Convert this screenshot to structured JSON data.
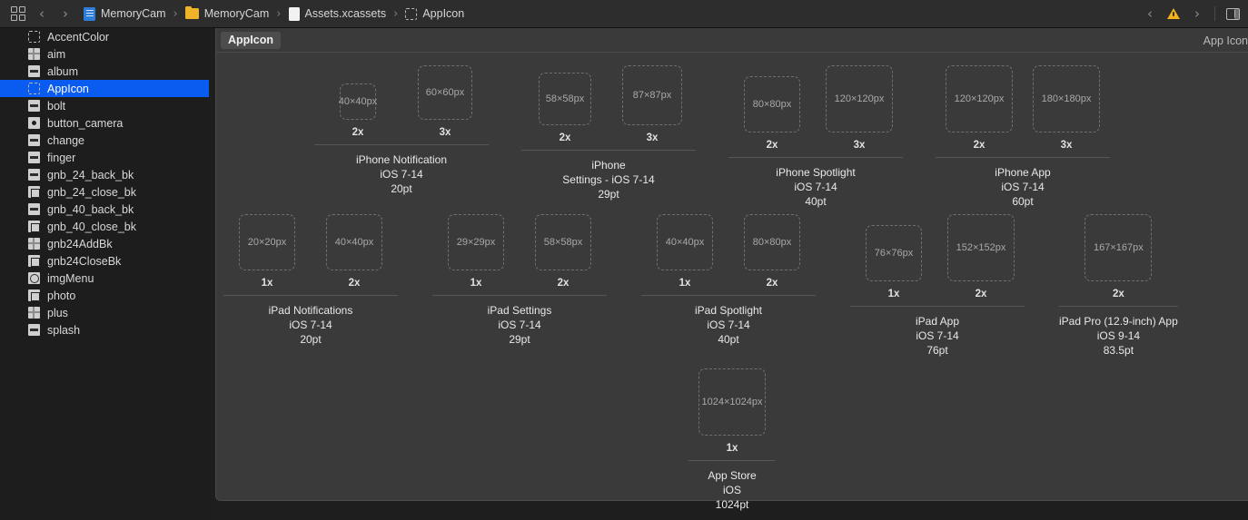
{
  "toolbar": {
    "grid_button": "grid-view-button",
    "back_label": "‹",
    "forward_label": "›",
    "breadcrumb": [
      {
        "icon": "blue-document-icon",
        "label": "MemoryCam"
      },
      {
        "icon": "folder-icon",
        "label": "MemoryCam"
      },
      {
        "icon": "white-document-icon",
        "label": "Assets.xcassets"
      },
      {
        "icon": "dashed-square-icon",
        "label": "AppIcon"
      }
    ],
    "issue_prev": "‹",
    "issue_next": "›",
    "warning_icon": "warning-triangle-icon",
    "inspector_icon": "inspector-panel-icon",
    "warning_color": "#f2b21b"
  },
  "sidebar": {
    "items": [
      {
        "label": "AccentColor",
        "icon": "dashed-square-thumb"
      },
      {
        "label": "aim",
        "icon": "grid-thumb"
      },
      {
        "label": "album",
        "icon": "image-thumb"
      },
      {
        "label": "AppIcon",
        "icon": "dashed-square-thumb",
        "selected": true
      },
      {
        "label": "bolt",
        "icon": "bolt-thumb"
      },
      {
        "label": "button_camera",
        "icon": "camera-button-thumb"
      },
      {
        "label": "change",
        "icon": "change-thumb"
      },
      {
        "label": "finger",
        "icon": "finger-thumb"
      },
      {
        "label": "gnb_24_back_bk",
        "icon": "back-arrow-thumb"
      },
      {
        "label": "gnb_24_close_bk",
        "icon": "close-x-thumb"
      },
      {
        "label": "gnb_40_back_bk",
        "icon": "back-arrow-thumb"
      },
      {
        "label": "gnb_40_close_bk",
        "icon": "close-x-thumb"
      },
      {
        "label": "gnb24AddBk",
        "icon": "plus-thumb"
      },
      {
        "label": "gnb24CloseBk",
        "icon": "close-x-thumb"
      },
      {
        "label": "imgMenu",
        "icon": "menu-thumb"
      },
      {
        "label": "photo",
        "icon": "photo-thumb"
      },
      {
        "label": "plus",
        "icon": "plus-thumb"
      },
      {
        "label": "splash",
        "icon": "splash-thumb"
      }
    ]
  },
  "editor": {
    "tab_label": "AppIcon",
    "header_right_label": "App Icon",
    "rows": [
      {
        "groups": [
          {
            "title": "iPhone Notification",
            "os": "iOS 7-14",
            "pt": "20pt",
            "slots": [
              {
                "size": "40×40px",
                "scale": "2x",
                "box": 40
              },
              {
                "size": "60×60px",
                "scale": "3x",
                "box": 60
              }
            ]
          },
          {
            "title": "iPhone",
            "os": "Settings - iOS 7-14",
            "pt": "29pt",
            "slots": [
              {
                "size": "58×58px",
                "scale": "2x",
                "box": 58
              },
              {
                "size": "87×87px",
                "scale": "3x",
                "box": 66
              }
            ]
          },
          {
            "title": "iPhone Spotlight",
            "os": "iOS 7-14",
            "pt": "40pt",
            "slots": [
              {
                "size": "80×80px",
                "scale": "2x",
                "box": 62
              },
              {
                "size": "120×120px",
                "scale": "3x",
                "box": 74
              }
            ]
          },
          {
            "title": "iPhone App",
            "os": "iOS 7-14",
            "pt": "60pt",
            "slots": [
              {
                "size": "120×120px",
                "scale": "2x",
                "box": 74
              },
              {
                "size": "180×180px",
                "scale": "3x",
                "box": 74
              }
            ]
          }
        ]
      },
      {
        "groups": [
          {
            "title": "iPad Notifications",
            "os": "iOS 7-14",
            "pt": "20pt",
            "slots": [
              {
                "size": "20×20px",
                "scale": "1x",
                "box": 62
              },
              {
                "size": "40×40px",
                "scale": "2x",
                "box": 62
              }
            ]
          },
          {
            "title": "iPad Settings",
            "os": "iOS 7-14",
            "pt": "29pt",
            "slots": [
              {
                "size": "29×29px",
                "scale": "1x",
                "box": 62
              },
              {
                "size": "58×58px",
                "scale": "2x",
                "box": 62
              }
            ]
          },
          {
            "title": "iPad Spotlight",
            "os": "iOS 7-14",
            "pt": "40pt",
            "slots": [
              {
                "size": "40×40px",
                "scale": "1x",
                "box": 62
              },
              {
                "size": "80×80px",
                "scale": "2x",
                "box": 62
              }
            ]
          },
          {
            "title": "iPad App",
            "os": "iOS 7-14",
            "pt": "76pt",
            "slots": [
              {
                "size": "76×76px",
                "scale": "1x",
                "box": 62
              },
              {
                "size": "152×152px",
                "scale": "2x",
                "box": 74
              }
            ]
          },
          {
            "title": "iPad Pro (12.9-inch) App",
            "os": "iOS 9-14",
            "pt": "83.5pt",
            "slots": [
              {
                "size": "167×167px",
                "scale": "2x",
                "box": 74
              }
            ]
          }
        ]
      },
      {
        "groups": [
          {
            "title": "App Store",
            "os": "iOS",
            "pt": "1024pt",
            "slots": [
              {
                "size": "1024×1024px",
                "scale": "1x",
                "box": 74
              }
            ]
          }
        ]
      }
    ]
  }
}
